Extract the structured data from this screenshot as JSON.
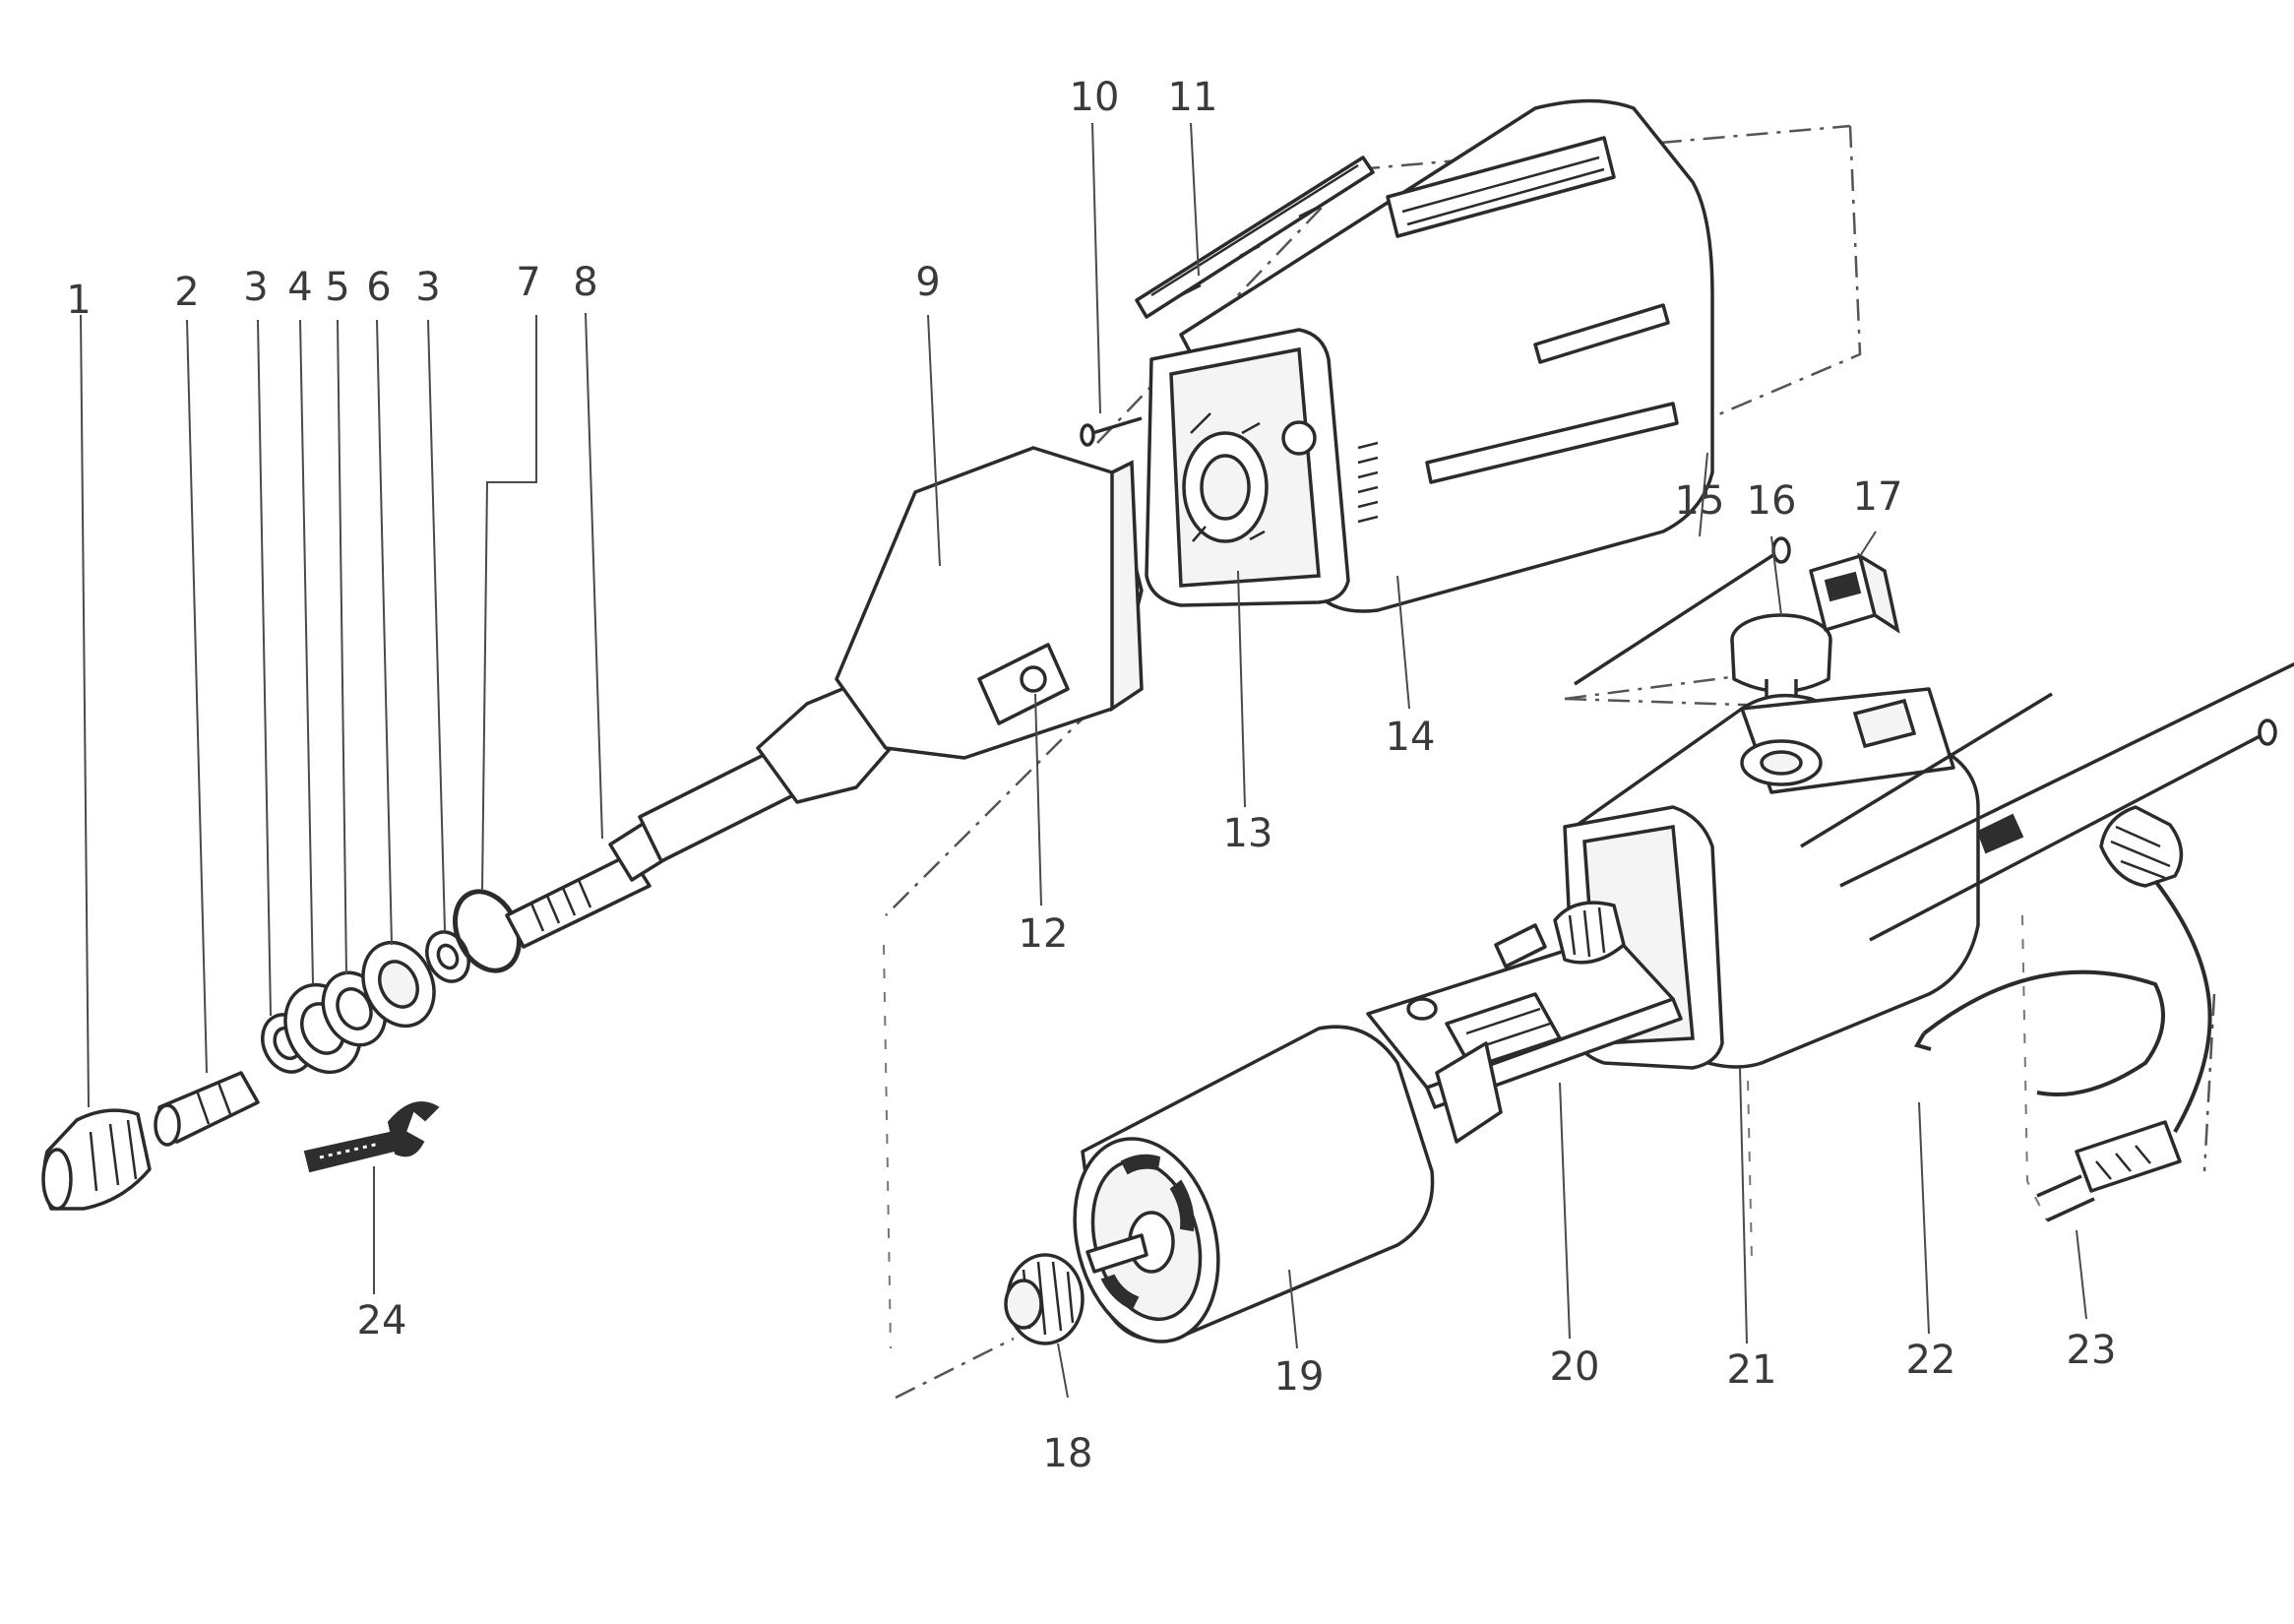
{
  "labels": [
    {
      "id": "1",
      "text": "1"
    },
    {
      "id": "2",
      "text": "2"
    },
    {
      "id": "3a",
      "text": "3"
    },
    {
      "id": "4",
      "text": "4"
    },
    {
      "id": "5",
      "text": "5"
    },
    {
      "id": "6",
      "text": "6"
    },
    {
      "id": "3b",
      "text": "3"
    },
    {
      "id": "7",
      "text": "7"
    },
    {
      "id": "8",
      "text": "8"
    },
    {
      "id": "9",
      "text": "9"
    },
    {
      "id": "10",
      "text": "10"
    },
    {
      "id": "11",
      "text": "11"
    },
    {
      "id": "12",
      "text": "12"
    },
    {
      "id": "13",
      "text": "13"
    },
    {
      "id": "14",
      "text": "14"
    },
    {
      "id": "15",
      "text": "15"
    },
    {
      "id": "16",
      "text": "16"
    },
    {
      "id": "17",
      "text": "17"
    },
    {
      "id": "18",
      "text": "18"
    },
    {
      "id": "19",
      "text": "19"
    },
    {
      "id": "20",
      "text": "20"
    },
    {
      "id": "21",
      "text": "21"
    },
    {
      "id": "22",
      "text": "22"
    },
    {
      "id": "23",
      "text": "23"
    },
    {
      "id": "24",
      "text": "24"
    }
  ]
}
